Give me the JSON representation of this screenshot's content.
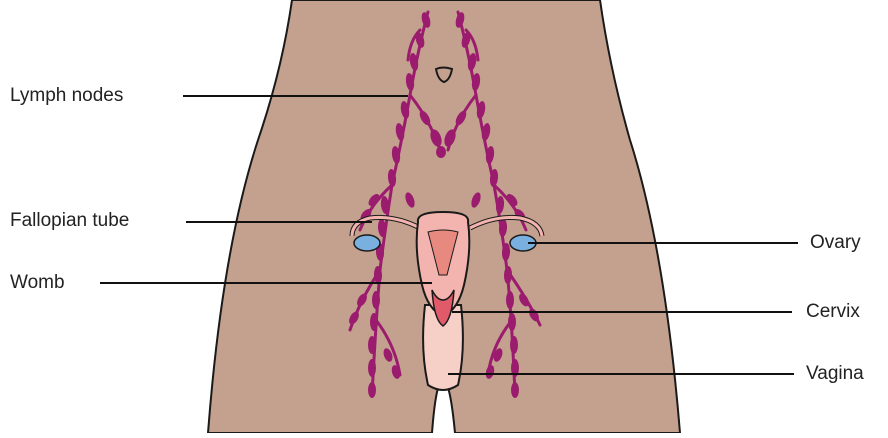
{
  "labels": {
    "lymph_nodes": "Lymph nodes",
    "fallopian_tube": "Fallopian tube",
    "womb": "Womb",
    "ovary": "Ovary",
    "cervix": "Cervix",
    "vagina": "Vagina"
  },
  "colors": {
    "skin": "#c4a18f",
    "outline": "#1a1a1a",
    "lymph": "#9b1b6e",
    "uterus": "#f3b3ae",
    "uterus_inner": "#e8897f",
    "cervix": "#e05a6a",
    "vagina": "#f6d0c6",
    "ovary": "#7ab0e0",
    "leader": "#111111"
  }
}
